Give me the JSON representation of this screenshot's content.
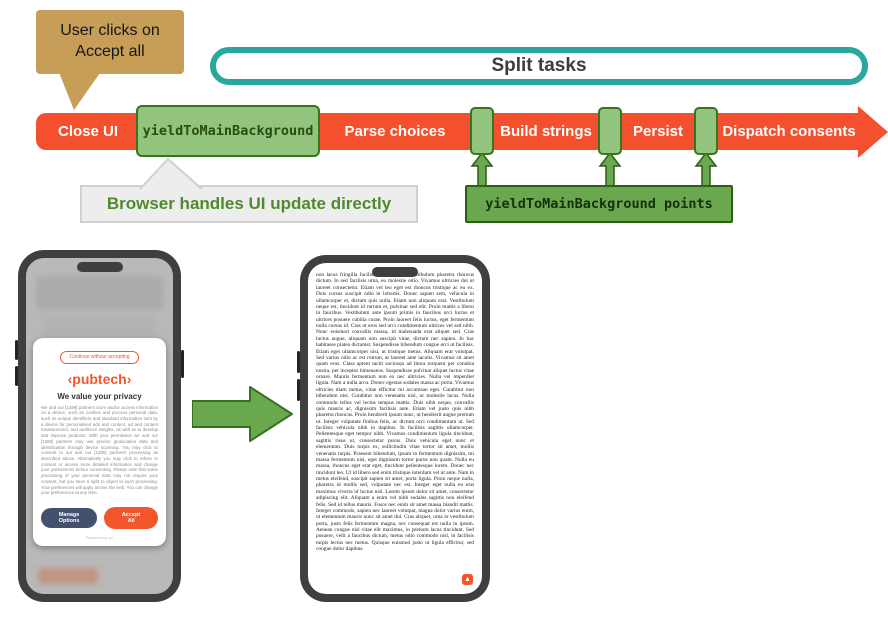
{
  "colors": {
    "orange": "#f4502e",
    "teal": "#2aa79b",
    "green_light": "#93c47d",
    "green_mid": "#6aa84f",
    "green_dark": "#38761d",
    "tan": "#c79e57",
    "brand_orange": "#f2572c"
  },
  "diagram": {
    "user_clicks_callout": "User clicks on\nAccept all",
    "split_tasks_label": "Split tasks",
    "browser_callout": "Browser handles UI update directly",
    "yield_points_label": "yieldToMainBackground points"
  },
  "timeline": {
    "close_ui": "Close UI",
    "yield_code": "yieldToMainBackground",
    "parse_choices": "Parse choices",
    "build_strings": "Build strings",
    "persist": "Persist",
    "dispatch_consents": "Dispatch consents"
  },
  "phone_consent": {
    "continue_without": "Continue without accepting",
    "logo": "‹pubtech›",
    "title": "We value your privacy",
    "body": "We and our [1389] partners store and/or access information on a device, such as cookies and process personal data, such as unique identifiers and standard information sent by a device for personalised ads and content, ad and content measurement, and audience insights, as well as to develop and improve products. With your permission we and our [1389] partners may use precise geolocation data and identification through device scanning. You may click to consent to our and our [1389] partners' processing as described above. Alternatively you may click to refuse to consent or access more detailed information and change your preferences before consenting. Please note that some processing of your personal data may not require your consent, but you have a right to object to such processing. Your preferences will apply across the web. You can change your preferences at any time.",
    "manage_options": "Manage Options",
    "accept_all": "Accept All",
    "powered_by": "Powered by ‹p›"
  },
  "phone_reader": {
    "body": "non lacus fringilla facilisis at eget odio. Vestibulum pharetra rhoncus dictum. In sed facilisis urna, eu molestie odio. Vivamus ultricies dui ut laoreet consectetur. Etiam vel leo eget est rhoncus tristique ac eu ex. Duis cursus suscipit odio in lobortis. Donec sapien sem, vehicula in ullamcorper et, dictum quis nulla. Etiam non aliquam erat. Vestibulum neque est, tincidunt id rutrum et, pulvinar sed elit. Proin mattis a libero in faucibus. Vestibulum ante ipsum primis in faucibus orci luctus et ultrices posuere cubilia curae. Proin laoreet felis luctus, eget fermentum nulla cursus id. Cras ut eros sed orci condimentum ultrices vel sed nibh. Nunc euismod convallis massa, id malesuada erat aliquet sed. Cras luctus augue, aliquam non suscipit vitae, dictum nec sapien. In hac habitasse platea dictumst. Suspendisse bibendum congue orci ut facilisis. Etiam eget ullamcorper nisi, ut tristique metus. Aliquam erat volutpat. Sed varius odio ac est rutrum, at laoreet ante iaculis. Vivamus sit amet quam eros. Class aptent taciti sociosqu ad litora torquent per conubia nostra, per inceptos himenaeos. Suspendisse pulvinar aliquet luctus vitae ornare. Mauris fermentum non ex nec ultricies. Nulla vel imperdiet ligula. Nam a nulla arcu. Donec egestas sodales massa ac porta. Vivamus ultricies diam metus, vitae efficitur mi accumsan eget. Curabitur non bibendum nisl. Curabitur non venenatis nisl, ac molestie lacus. Nulla commodo tellus vel lectus tempus mattis. Duis nibh neque, convallis quis mauris ac, dignissim facilisis ante. Etiam vel justo quis nibh pharetra rhoncus. Proin hendrerit ipsum nunc, ut hendrerit augue pretium ut. Integer vulputate finibus felis, ac dictum orci condimentum ut. Sed facilisis vehicula nibh in dapibus. In facilisis sagittis ullamcorper. Pellentesque eget tempor nibh. Vivamus condimentum ligula tincidunt, sagittis risus ut, consectetur purus. Duis vehicula eget nunc et elementum. Duis turpis ex, sollicitudin vitae tortor sit amet, mollis venenatis turpis. Praesent bibendum, ipsum in fermentum dignissim, mi massa fermentum nisi, eget dignissim tortor purus non quam. Nulla eu massa, rhoncus eget erat eget, tincidunt pellentesque lorem. Donec nec tincidunt leo. Ut id libero sed enim tristique interdum vel ut ante. Nam in metus eleifend, suscipit sapien sit amet, porta ligula. Proin neque nulla, pharetra id mollis sed, vulputate nec est. Integer eget nulla eu erat maximus viverra id luctus nisl. Lorem ipsum dolor sit amet, consectetur adipiscing elit. Aliquam a enim vel nibh sodales sagittis non eleifend felis. Sed id tellus mauris. Fusce nec enim sit amet massa blandit mattis. Integer commodo, sapien nec laoreet volutpat, magna dolor varius enim, ut elementum mauris nunc sit amet dui. Cras aliquet, urna in vestibulum porta, justo felis fermentum magna, nec consequat est nulla in ipsum. Aenean congue nisl vitae elit maximus, in pretium lacus tincidunt. Sed posuere, velit a faucibus dictum, metus odio commodo nisl, in facilisis turpis lectus nec metus. Quisque euismod justo ut ligula efficitur, sed congue dolor dapibus."
  }
}
